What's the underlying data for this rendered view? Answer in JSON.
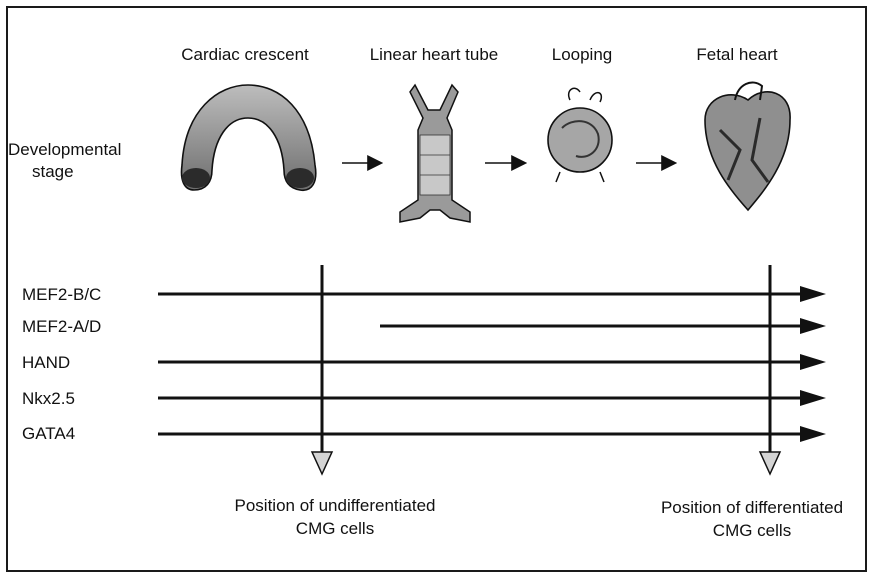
{
  "stages": [
    {
      "label": "Cardiac crescent"
    },
    {
      "label": "Linear heart tube"
    },
    {
      "label": "Looping"
    },
    {
      "label": "Fetal heart"
    }
  ],
  "row_label": {
    "line1": "Developmental",
    "line2": "stage"
  },
  "genes": [
    {
      "label": "MEF2-B/C"
    },
    {
      "label": "MEF2-A/D"
    },
    {
      "label": "HAND"
    },
    {
      "label": "Nkx2.5"
    },
    {
      "label": "GATA4"
    }
  ],
  "markers": {
    "undifferentiated": {
      "line1": "Position of undifferentiated",
      "line2": "CMG cells"
    },
    "differentiated": {
      "line1": "Position of differentiated",
      "line2": "CMG cells"
    }
  },
  "colors": {
    "ink": "#111111",
    "fill": "#8a8a8a",
    "dark": "#2b2b2b",
    "light": "#d4d4d4"
  }
}
